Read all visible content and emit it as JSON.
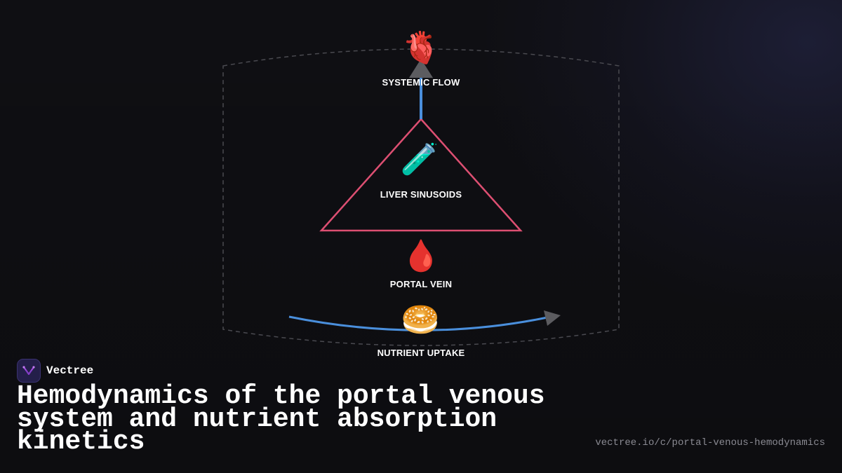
{
  "diagram": {
    "nodes": [
      {
        "id": "systemic",
        "label": "SYSTEMIC FLOW",
        "icon": "anatomical-heart-icon",
        "glyph": "🫀"
      },
      {
        "id": "liver",
        "label": "LIVER SINUSOIDS",
        "icon": "test-tube-icon",
        "glyph": "🧪"
      },
      {
        "id": "portal",
        "label": "PORTAL VEIN",
        "icon": "blood-drop-icon",
        "glyph": "🩸"
      },
      {
        "id": "nutrient",
        "label": "NUTRIENT UPTAKE",
        "icon": "bagel-icon",
        "glyph": "🥯"
      }
    ],
    "colors": {
      "flow_line": "#4a8fdc",
      "triangle": "#dd4f72",
      "arrowhead": "#5c5c60",
      "boundary": "#4a4a50"
    }
  },
  "brand": {
    "name": "Vectree",
    "logo_icon": "vectree-logo-icon",
    "accent": "#a24ae0"
  },
  "title": "Hemodynamics of the portal venous system and nutrient absorption kinetics",
  "url": "vectree.io/c/portal-venous-hemodynamics"
}
